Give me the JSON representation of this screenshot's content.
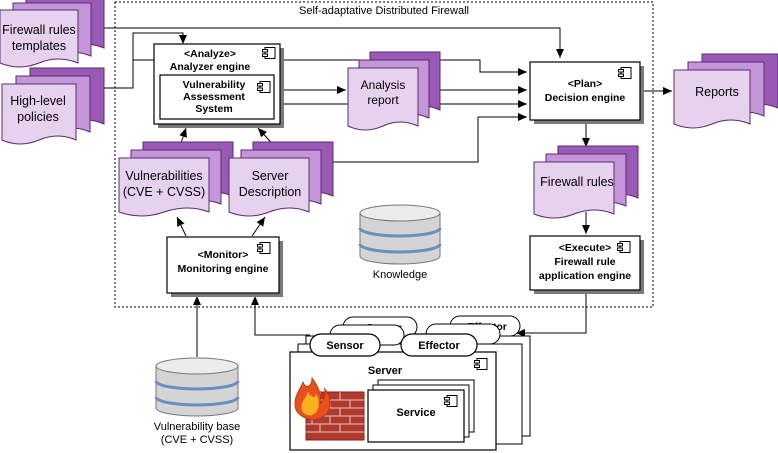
{
  "container": {
    "title": "Self-adaptative Distributed Firewall"
  },
  "documents": {
    "fw_templates": [
      "Firewall rules",
      "templates"
    ],
    "policies": [
      "High-level",
      "policies"
    ],
    "analysis_report": [
      "Analysis",
      "report"
    ],
    "reports": [
      "Reports"
    ],
    "vulnerabilities": [
      "Vulnerabilities",
      "(CVE + CVSS)"
    ],
    "server_description": [
      "Server",
      "Description"
    ],
    "firewall_rules": [
      "Firewall rules"
    ]
  },
  "components": {
    "analyze": {
      "stereotype": "<Analyze>",
      "name": "Analyzer engine"
    },
    "vas": {
      "lines": [
        "Vulnerability",
        "Assessment",
        "System"
      ]
    },
    "plan": {
      "stereotype": "<Plan>",
      "name": "Decision engine"
    },
    "monitor": {
      "stereotype": "<Monitor>",
      "name": "Monitoring engine"
    },
    "execute": {
      "stereotype": "<Execute>",
      "lines": [
        "Firewall rule",
        "application engine"
      ]
    }
  },
  "databases": {
    "knowledge": [
      "Knowledge"
    ],
    "vuln_base": [
      "Vulnerability base",
      "(CVE + CVSS)"
    ]
  },
  "server": {
    "title": "Server",
    "service": "Service",
    "sensor": "Sensor",
    "effector": "Effector",
    "sensor_back": "Sensor",
    "effector_back": "Effector"
  }
}
